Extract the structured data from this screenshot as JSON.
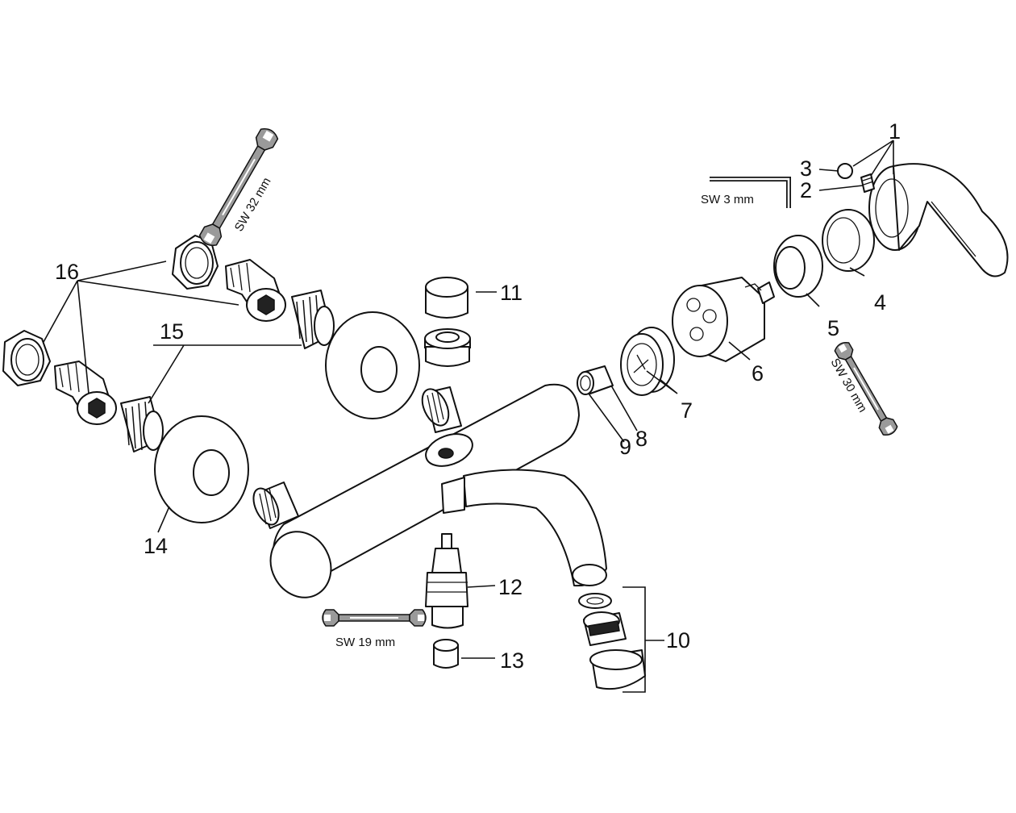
{
  "callouts": {
    "p1": "1",
    "p2": "2",
    "p3": "3",
    "p4": "4",
    "p5": "5",
    "p6": "6",
    "p7": "7",
    "p8": "8",
    "p9": "9",
    "p10": "10",
    "p11": "11",
    "p12": "12",
    "p13": "13",
    "p14": "14",
    "p15": "15",
    "p16": "16"
  },
  "tools": {
    "sw32": "SW 32 mm",
    "sw3": "SW 3 mm",
    "sw30": "SW 30 mm",
    "sw19": "SW 19 mm"
  },
  "icons": [
    "open-end-wrench-icon",
    "allen-key-icon"
  ]
}
